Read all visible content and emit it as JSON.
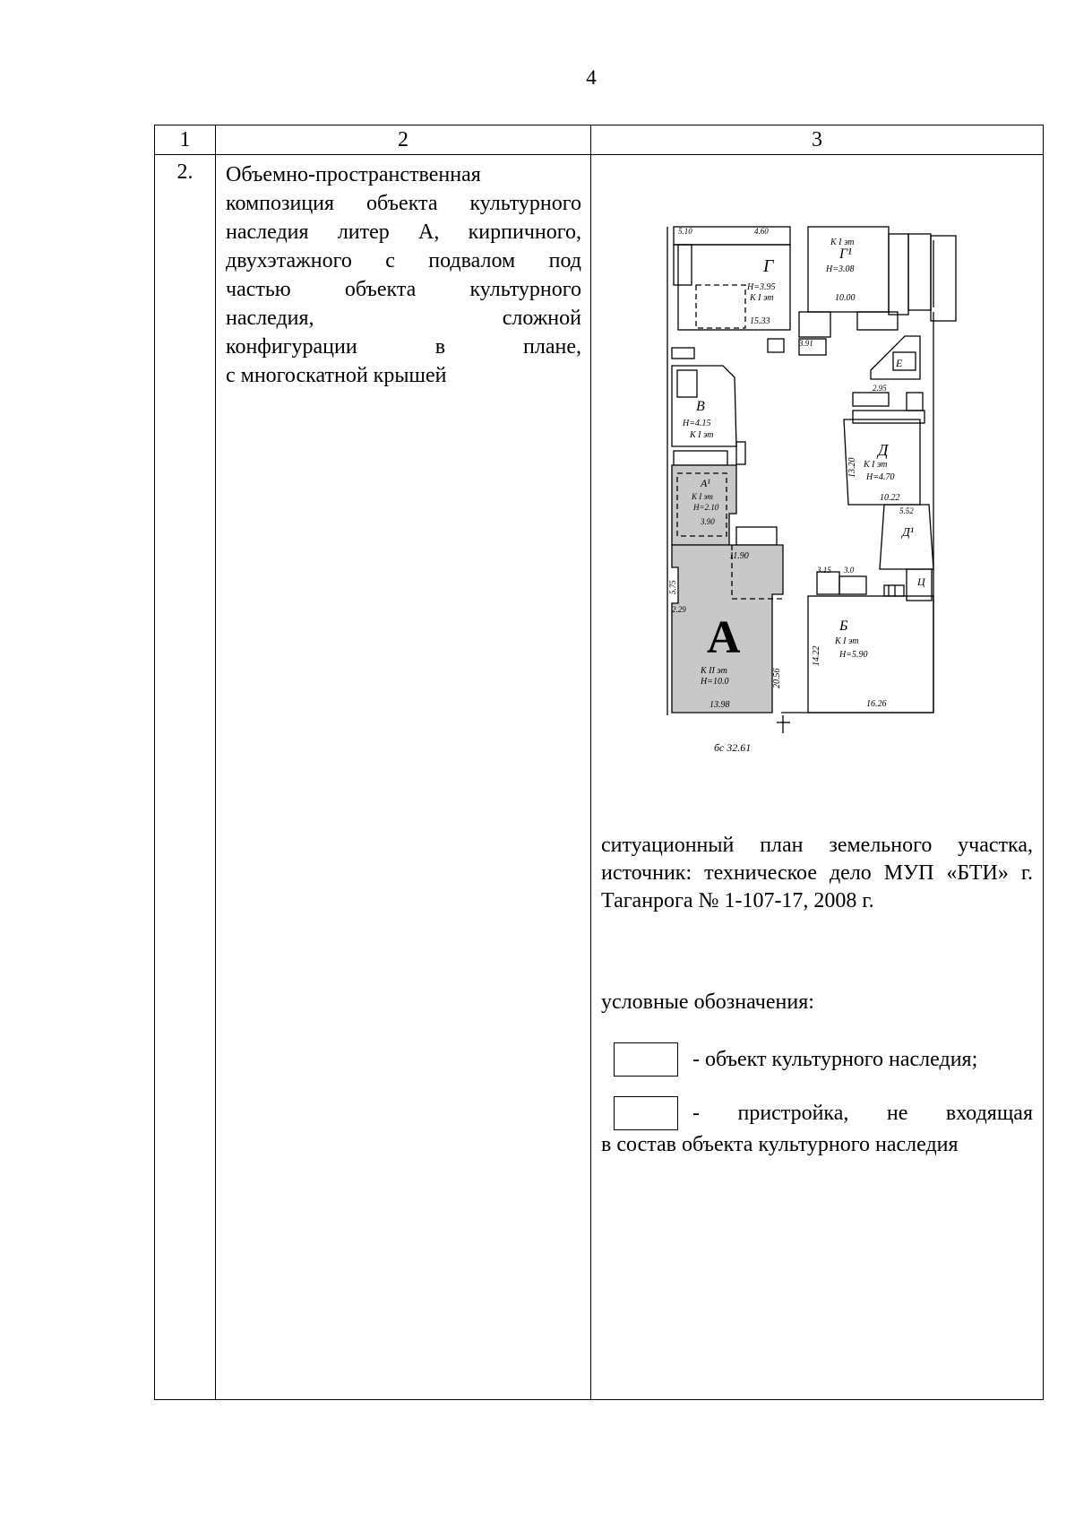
{
  "page": {
    "number": "4"
  },
  "table": {
    "headers": [
      "1",
      "2",
      "3"
    ],
    "row": {
      "index": "2.",
      "description_lines": [
        "Объемно-пространственная",
        "композиция объекта культурного",
        "наследия    литер А, кирпичного,",
        "двухэтажного с подвалом под",
        "частью объекта культурного",
        "наследия, сложной",
        "конфигурации в плане,",
        "с  многоскатной крышей"
      ]
    }
  },
  "plan": {
    "main_letter": "А",
    "labels": {
      "g": "Г",
      "g_h": "Н=3.95",
      "g_mat": "К I эт",
      "g_w": "15.33",
      "g1": "Г¹",
      "g1_mat": "К I эт",
      "g1_h": "Н=3.08",
      "g1_w": "10.00",
      "v": "В",
      "v_h": "Н=4.15",
      "v_mat": "К I эт",
      "d": "Д",
      "d_mat": "К I эт",
      "d_h": "Н=4.70",
      "d_w": "10.22",
      "d_side": "13.20",
      "a1": "А¹",
      "a1_mat": "К I эт",
      "a1_h": "Н=2.10",
      "a1_w": "3.90",
      "a_mat": "К II эт",
      "a_h": "Н=10.0",
      "a_w": "13.98",
      "a_side": "20.56",
      "a_top": "11.90",
      "b": "Б",
      "b_mat": "К I эт",
      "b_h": "Н=5.90",
      "b_w": "16.26",
      "b_side": "14.22",
      "e": "Е",
      "d1": "Д¹",
      "ts": "Ц",
      "dims": [
        "5.10",
        "4.60",
        "3.91",
        "3.15",
        "3.0",
        "5.75",
        "2.29",
        "5.52",
        "2.95"
      ],
      "bottom": "бс 32.61"
    }
  },
  "caption": "ситуационный план земельного участка, источник: техническое дело МУП «БТИ» г. Таганрога № 1-107-17, 2008 г.",
  "legend": {
    "title": "условные обозначения:",
    "item1": "- объект культурного наследия;",
    "item2_line1": "- пристройка, не входящая",
    "item2_line2": "в  состав объекта культурного наследия"
  },
  "colors": {
    "heritage_fill": "#c8c8c8",
    "ink": "#000000"
  }
}
